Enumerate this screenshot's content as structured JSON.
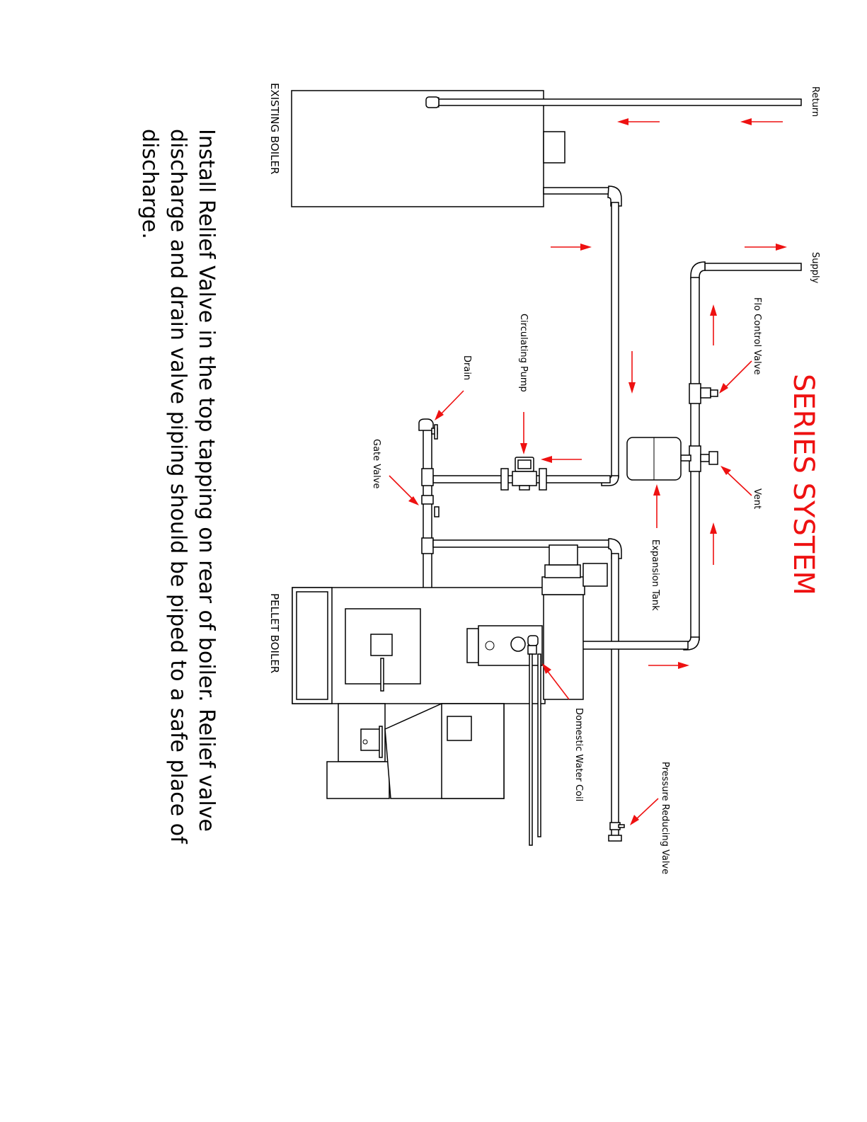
{
  "title": "SERIES SYSTEM",
  "boilers": {
    "existing": "EXISTING BOILER",
    "pellet": "PELLET BOILER"
  },
  "pipes": {
    "return": "Return",
    "supply": "Supply"
  },
  "components": {
    "flo_control_valve": "Flo Control Valve",
    "vent": "Vent",
    "expansion_tank": "Expansion Tank",
    "circulating_pump": "Circulating Pump",
    "drain": "Drain",
    "gate_valve": "Gate Valve",
    "domestic_water_coil": "Domestic Water Coil",
    "pressure_reducing_valve": "Pressure Reducing Valve"
  },
  "note": {
    "lines": [
      "Install Relief Valve in the top tapping on rear of boiler. Relief valve",
      "discharge and drain valve piping should be piped to a safe place of",
      "discharge."
    ]
  },
  "colors": {
    "flow_arrow": "#ee1111",
    "title": "#ee1111",
    "drawing": "#000000"
  }
}
